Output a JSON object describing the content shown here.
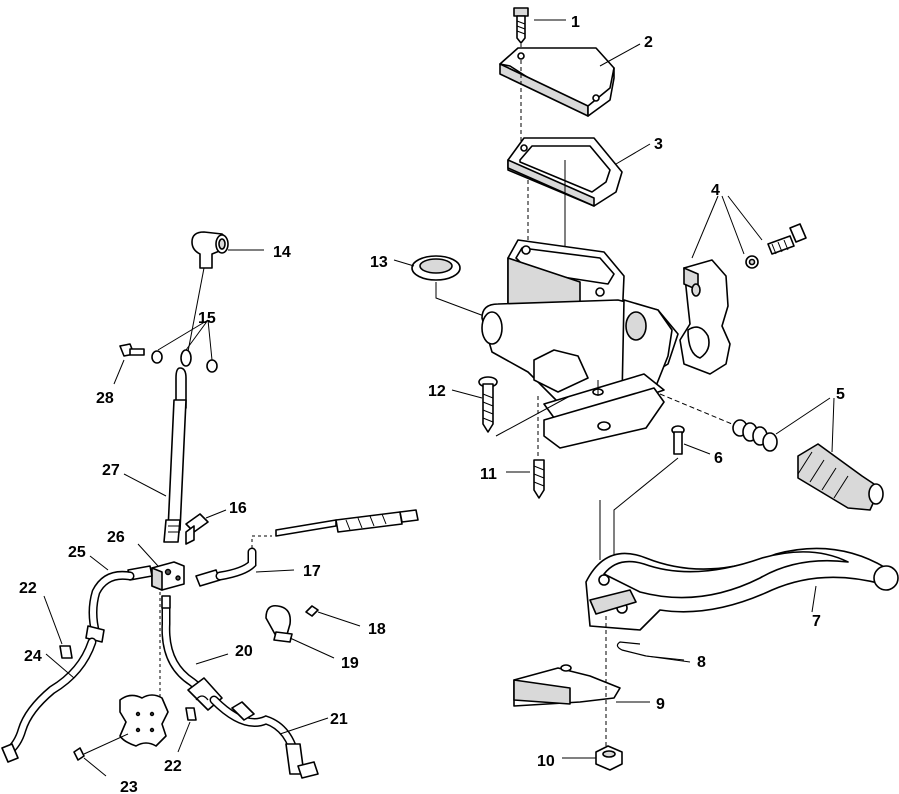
{
  "diagram": {
    "callouts": [
      {
        "id": "c1",
        "label": "1"
      },
      {
        "id": "c2",
        "label": "2"
      },
      {
        "id": "c3",
        "label": "3"
      },
      {
        "id": "c4",
        "label": "4"
      },
      {
        "id": "c5",
        "label": "5"
      },
      {
        "id": "c6",
        "label": "6"
      },
      {
        "id": "c7",
        "label": "7"
      },
      {
        "id": "c8",
        "label": "8"
      },
      {
        "id": "c9",
        "label": "9"
      },
      {
        "id": "c10",
        "label": "10"
      },
      {
        "id": "c11",
        "label": "11"
      },
      {
        "id": "c12",
        "label": "12"
      },
      {
        "id": "c13",
        "label": "13"
      },
      {
        "id": "c14",
        "label": "14"
      },
      {
        "id": "c15",
        "label": "15"
      },
      {
        "id": "c16",
        "label": "16"
      },
      {
        "id": "c17",
        "label": "17"
      },
      {
        "id": "c18",
        "label": "18"
      },
      {
        "id": "c19",
        "label": "19"
      },
      {
        "id": "c20",
        "label": "20"
      },
      {
        "id": "c21",
        "label": "21"
      },
      {
        "id": "c22a",
        "label": "22"
      },
      {
        "id": "c22b",
        "label": "22"
      },
      {
        "id": "c23",
        "label": "23"
      },
      {
        "id": "c24",
        "label": "24"
      },
      {
        "id": "c25",
        "label": "25"
      },
      {
        "id": "c26",
        "label": "26"
      },
      {
        "id": "c27",
        "label": "27"
      },
      {
        "id": "c28",
        "label": "28"
      }
    ]
  }
}
